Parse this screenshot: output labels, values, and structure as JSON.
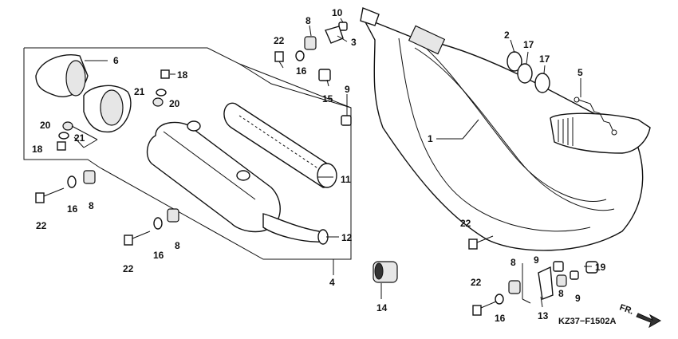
{
  "diagram_code": "KZ37−F1502A",
  "direction_label": "FR.",
  "callouts": [
    {
      "id": "c1",
      "text": "1"
    },
    {
      "id": "c2",
      "text": "2"
    },
    {
      "id": "c3",
      "text": "3"
    },
    {
      "id": "c4",
      "text": "4"
    },
    {
      "id": "c5",
      "text": "5"
    },
    {
      "id": "c6",
      "text": "6"
    },
    {
      "id": "c8a",
      "text": "8"
    },
    {
      "id": "c8b",
      "text": "8"
    },
    {
      "id": "c8c",
      "text": "8"
    },
    {
      "id": "c8d",
      "text": "8"
    },
    {
      "id": "c8e",
      "text": "8"
    },
    {
      "id": "c9a",
      "text": "9"
    },
    {
      "id": "c9b",
      "text": "9"
    },
    {
      "id": "c9c",
      "text": "9"
    },
    {
      "id": "c10",
      "text": "10"
    },
    {
      "id": "c11",
      "text": "11"
    },
    {
      "id": "c12",
      "text": "12"
    },
    {
      "id": "c13",
      "text": "13"
    },
    {
      "id": "c14",
      "text": "14"
    },
    {
      "id": "c15",
      "text": "15"
    },
    {
      "id": "c16a",
      "text": "16"
    },
    {
      "id": "c16b",
      "text": "16"
    },
    {
      "id": "c16c",
      "text": "16"
    },
    {
      "id": "c16d",
      "text": "16"
    },
    {
      "id": "c17a",
      "text": "17"
    },
    {
      "id": "c17b",
      "text": "17"
    },
    {
      "id": "c18a",
      "text": "18"
    },
    {
      "id": "c18b",
      "text": "18"
    },
    {
      "id": "c19",
      "text": "19"
    },
    {
      "id": "c20a",
      "text": "20"
    },
    {
      "id": "c20b",
      "text": "20"
    },
    {
      "id": "c21a",
      "text": "21"
    },
    {
      "id": "c21b",
      "text": "21"
    },
    {
      "id": "c22a",
      "text": "22"
    },
    {
      "id": "c22b",
      "text": "22"
    },
    {
      "id": "c22c",
      "text": "22"
    },
    {
      "id": "c22d",
      "text": "22"
    },
    {
      "id": "c22e",
      "text": "22"
    }
  ]
}
